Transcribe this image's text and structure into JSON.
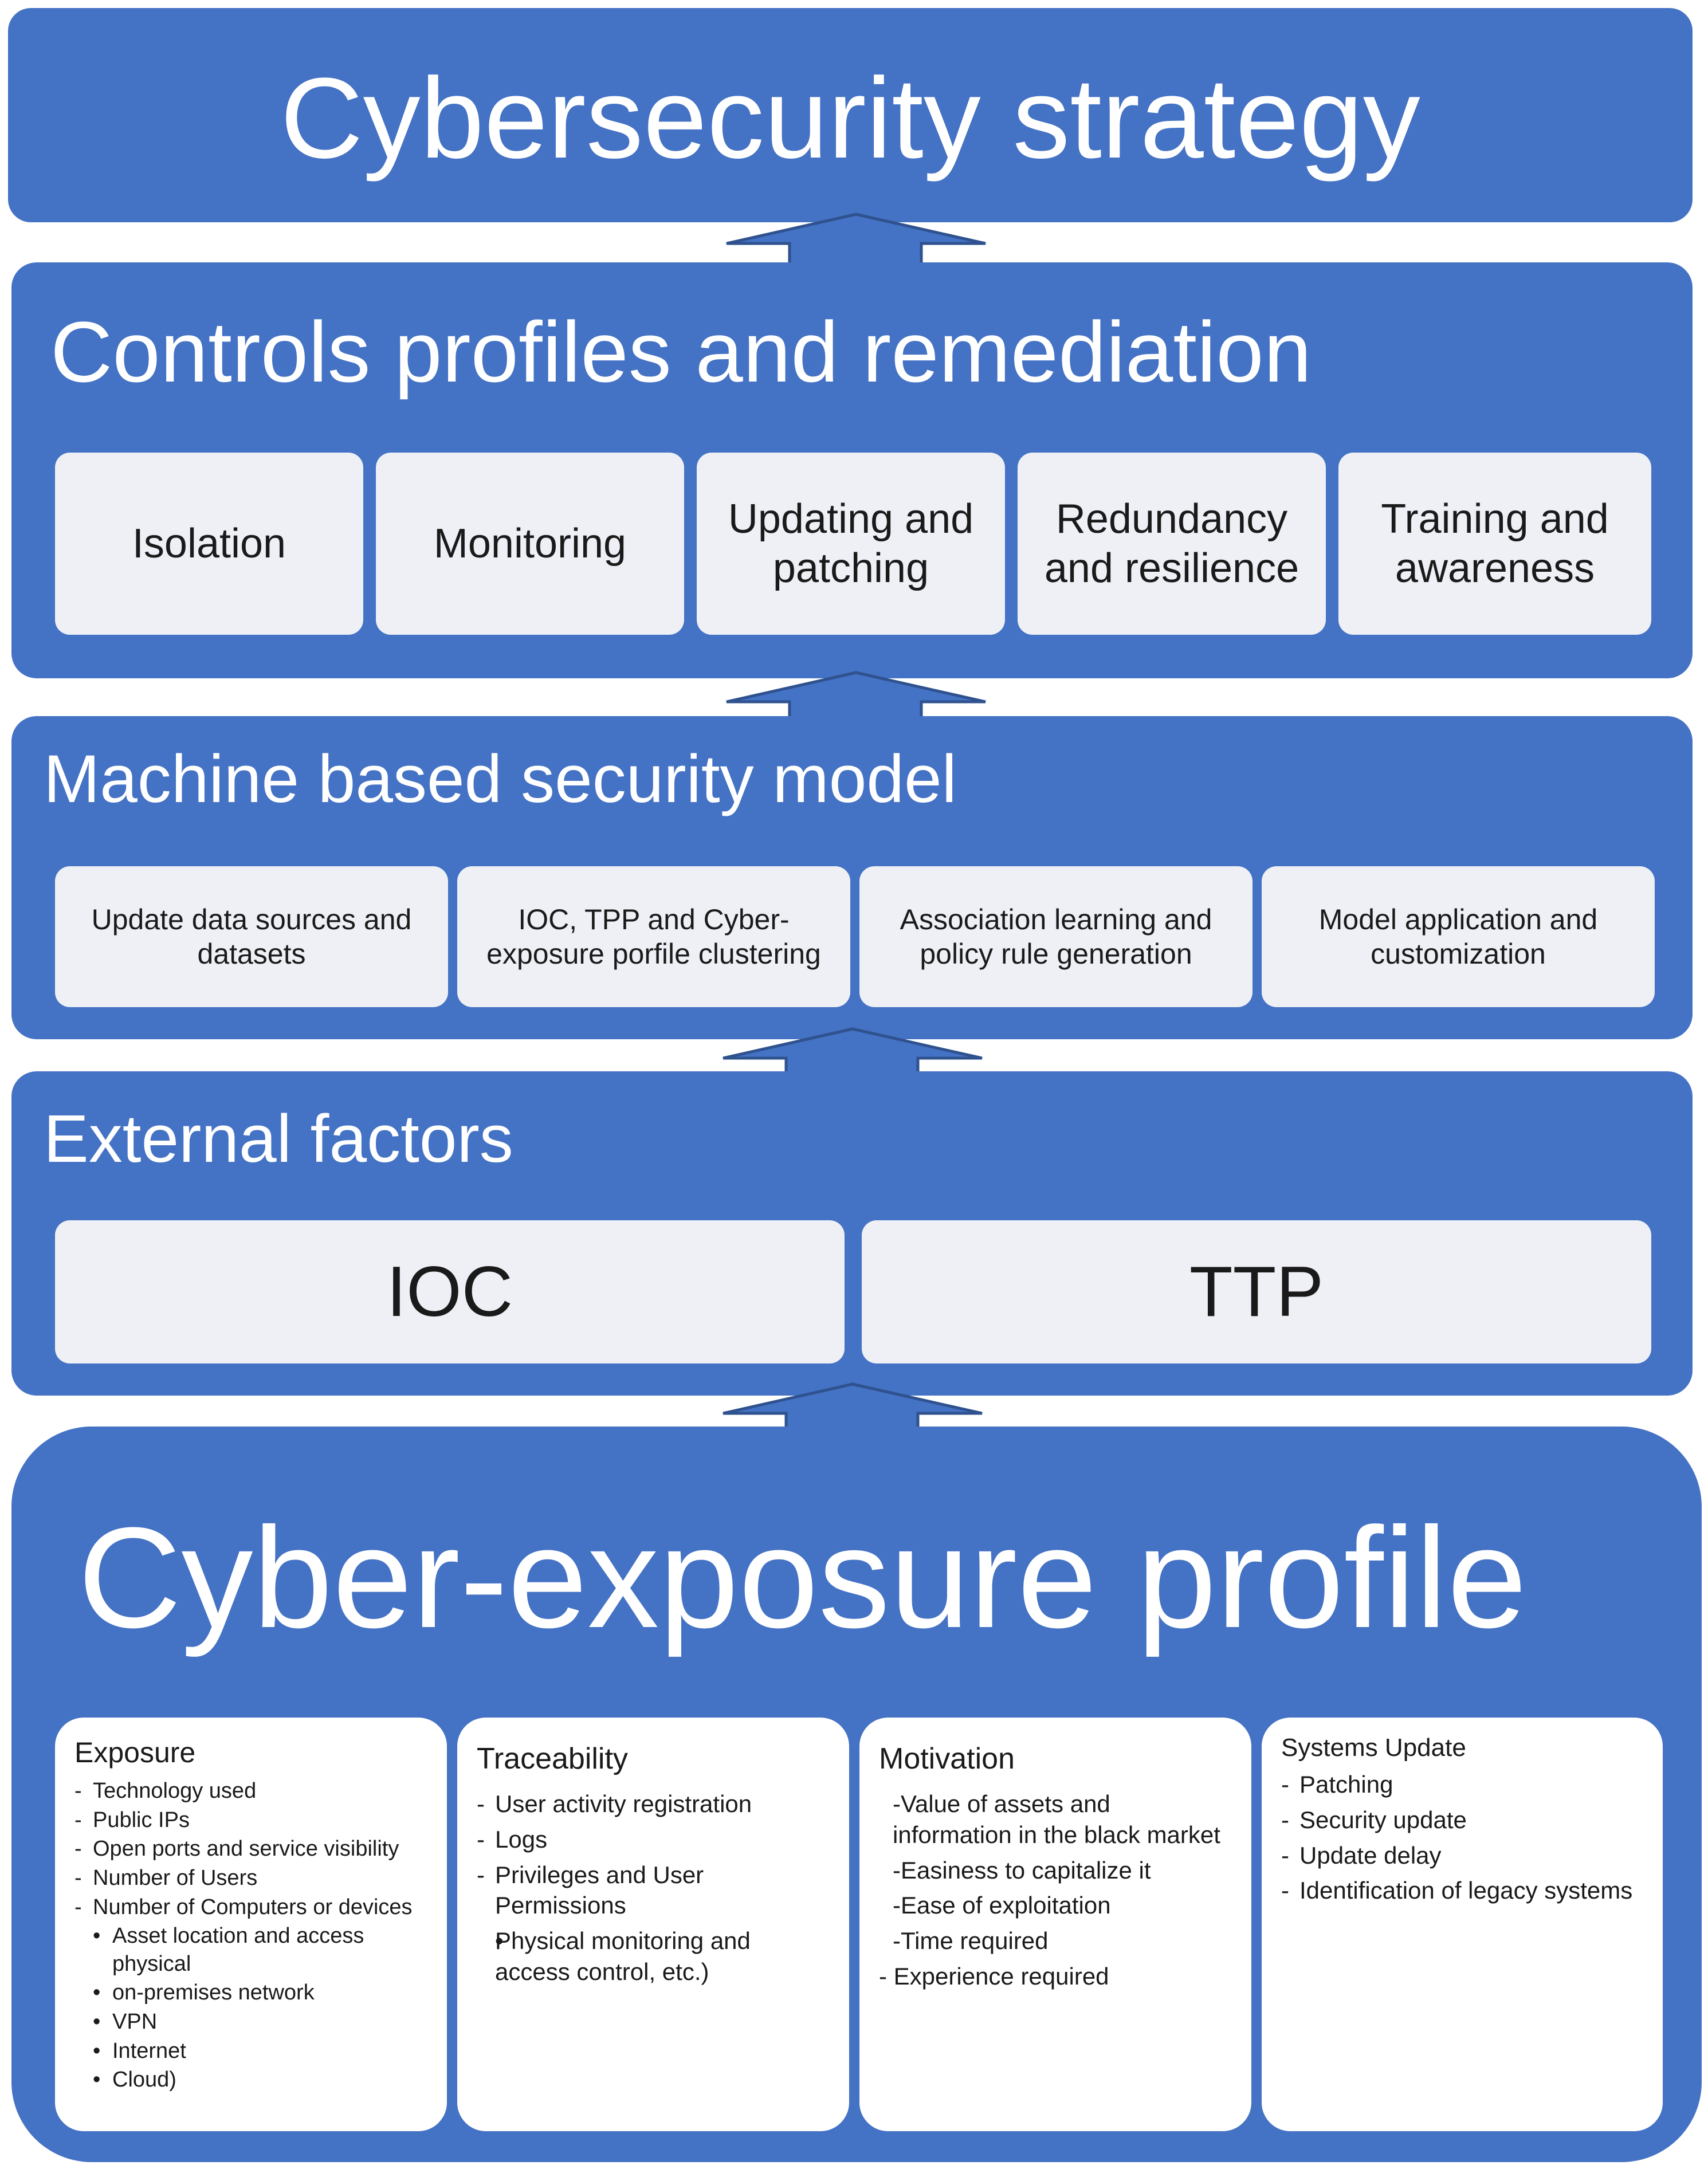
{
  "colors": {
    "band": "#4472c4",
    "card": "#eef0f6",
    "arrow_outline": "#2f528f"
  },
  "strategy": {
    "title": "Cybersecurity strategy"
  },
  "controls": {
    "title": "Controls profiles and remediation",
    "items": [
      [
        "Isolation"
      ],
      [
        "Monitoring"
      ],
      [
        "Updating and",
        "patching"
      ],
      [
        "Redundancy",
        "and resilience"
      ],
      [
        "Training and",
        "awareness"
      ]
    ]
  },
  "model": {
    "title": "Machine based security model",
    "items": [
      [
        "Update data sources and",
        "datasets"
      ],
      [
        "IOC, TPP and Cyber-",
        "exposure porfile clustering"
      ],
      [
        "Association learning and",
        "policy rule generation"
      ],
      [
        "Model application and",
        "customization"
      ]
    ]
  },
  "external": {
    "title": "External factors",
    "items": [
      "IOC",
      "TTP"
    ]
  },
  "profile": {
    "title": "Cyber-exposure profile",
    "columns": [
      {
        "heading": "Exposure",
        "items": [
          "Technology used",
          "Public IPs",
          "Open ports and service visibility",
          "Number of Users",
          "Number of Computers or devices"
        ],
        "sub_items": [
          "Asset location and access physical",
          "on-premises network",
          "VPN",
          "Internet",
          "Cloud)"
        ]
      },
      {
        "heading": "Traceability",
        "items": [
          "User activity registration",
          "Logs",
          "Privileges and User Permissions"
        ],
        "sub_items": [
          "Physical monitoring and access control, etc.)"
        ]
      },
      {
        "heading": "Motivation",
        "items": [
          "-Value of assets and information in the black market",
          "-Easiness to capitalize it",
          "-Ease of exploitation",
          "-Time required",
          "- Experience required"
        ],
        "sub_items": []
      },
      {
        "heading": "Systems Update",
        "items": [
          "Patching",
          "Security update",
          "Update delay",
          "Identification of legacy systems"
        ],
        "sub_items": []
      }
    ]
  }
}
